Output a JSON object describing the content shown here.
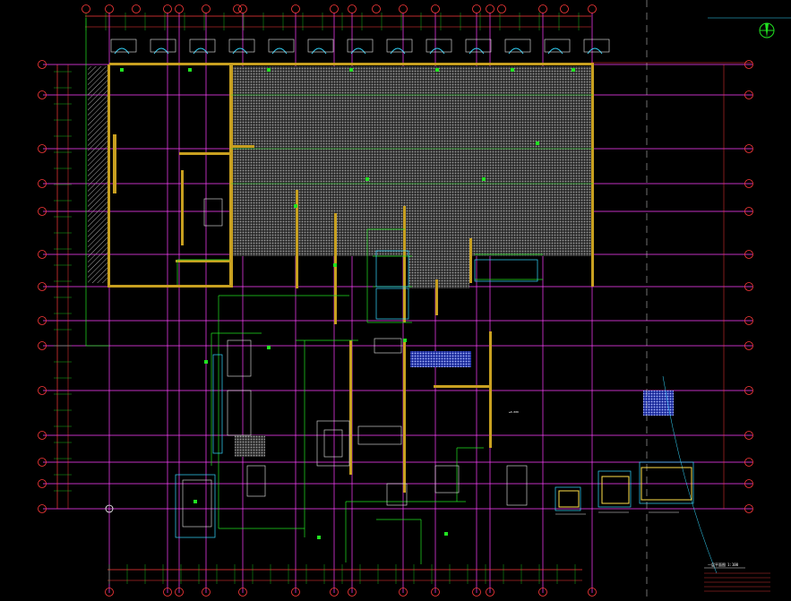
{
  "drawing": {
    "background_color": "#000000",
    "colors": {
      "axis": "#ff40ff",
      "grid_red": "#ff3a3a",
      "wall": "#c8a020",
      "green": "#21e221",
      "cyan": "#34d8ff",
      "white": "#e8e8e8",
      "blue": "#4466ff",
      "hatch": "#8a8a8a",
      "yellow": "#ffe04a"
    },
    "north_arrow_icon": "north-arrow-icon",
    "ground_level_label": "±0.000",
    "title_block": {
      "plan_title": "一层平面图",
      "scale": "1:100"
    }
  }
}
